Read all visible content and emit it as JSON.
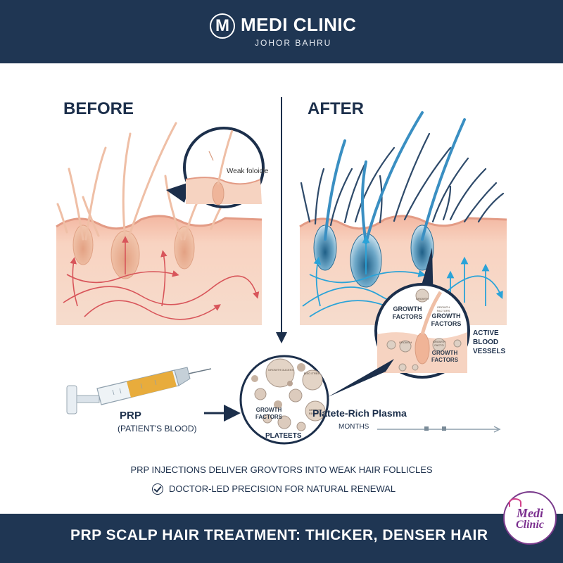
{
  "header": {
    "logo_letter": "M",
    "brand": "MEDI CLINIC",
    "location": "JOHOR BAHRU"
  },
  "before": {
    "title": "BEFORE",
    "callout": "Weak foloicle"
  },
  "after": {
    "title": "AFTER",
    "callout": {
      "label_left": "GROWTH FACTORS",
      "label_right": "GROWTH FACTORS",
      "label_lower": "GROWTH FACTORS",
      "small_1": "GROWTH",
      "small_2": "GROWTH FACTORS",
      "small_3": "GROWTH",
      "small_4": "GROWTH FACTO"
    },
    "vessels_label": "ACTIVE BLOOD VESSELS"
  },
  "prp": {
    "label": "PRP",
    "sub": "(PATIENT'S BLOOD)"
  },
  "plasma": {
    "title": "Platete-Rich Plasma",
    "months": "MONTHS",
    "growth_factors": "GROWTH FACTORS",
    "platelets": "PLATEETS",
    "small_1": "GROWTH DUCESS",
    "small_2": "BISO ITREE",
    "small_3": "GROWTH RECINNG"
  },
  "caption": "PRP INJECTIONS DELIVER GROVTORS INTO WEAK HAIR FOLLICLES",
  "check_line": "DOCTOR-LED PRECISION FOR NATURAL RENEWAL",
  "footer": {
    "title": "PRP SCALP HAIR TREATMENT: THICKER, DENSER HAIR"
  },
  "badge": {
    "line1": "Medi",
    "line2": "Clinic"
  },
  "icons": [
    "logo-m-icon",
    "arrow-right-icon",
    "check-circle-icon",
    "syringe-icon",
    "badge-heart-icon"
  ],
  "colors": {
    "navy": "#1f3653",
    "skin": "#f6c9b3",
    "vessel_red": "#d8555a",
    "vessel_blue": "#2aa3d8",
    "badge_purple": "#7a2e8e"
  }
}
